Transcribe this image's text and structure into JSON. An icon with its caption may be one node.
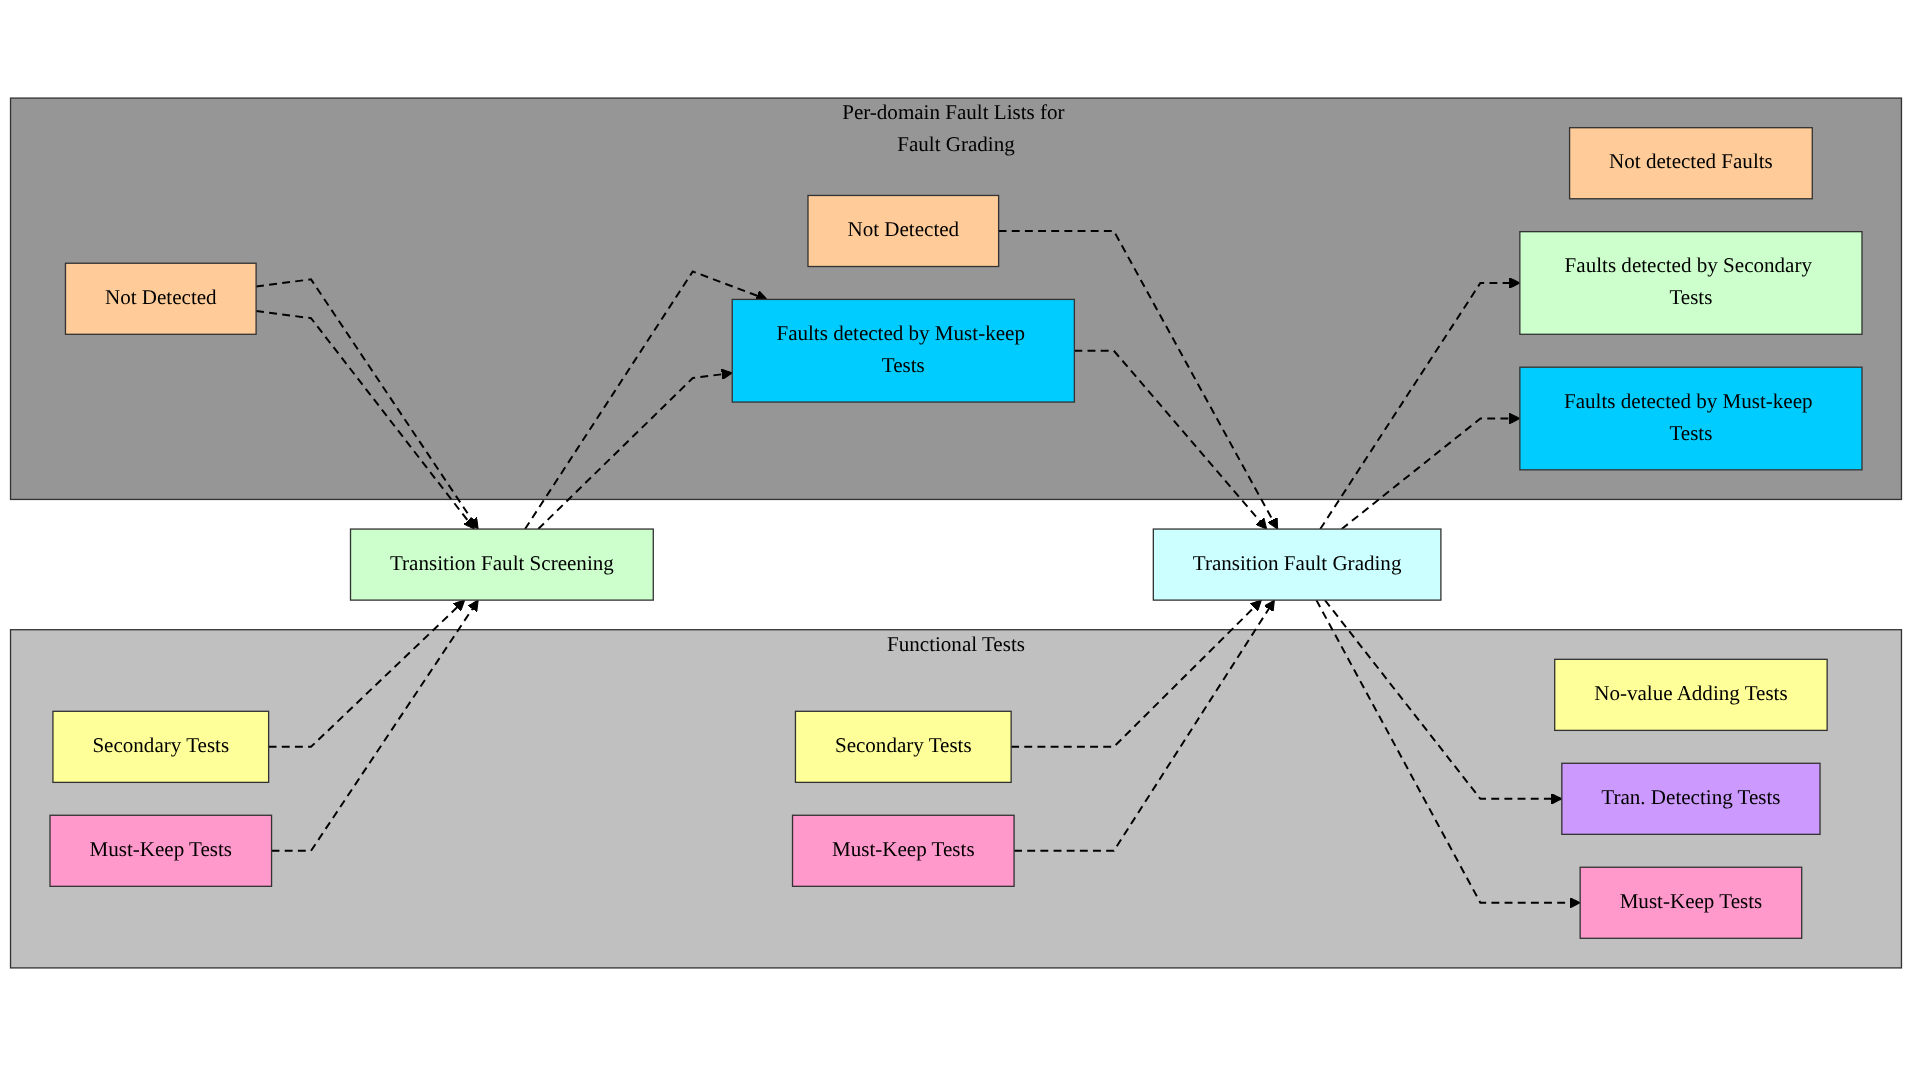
{
  "diagram": {
    "nodes": [
      {
        "text": [
          "Functional Tests"
        ]
      },
      {
        "text": [
          "Secondary Tests"
        ],
        "in": 0
      },
      {
        "text": [
          "Must-Keep Tests"
        ],
        "in": 0
      },
      {
        "text": [
          "Per-domain Fault Lists for Fault Grading"
        ]
      },
      {
        "text": [
          "Not Detected"
        ],
        "in": 3
      },
      {
        "text": [
          "Transition Fault Screening"
        ]
      },
      {
        "text": [
          "Secondary Tests"
        ],
        "in": 0
      },
      {
        "text": [
          "Must-Keep Tests"
        ],
        "in": 0
      },
      {
        "text": [
          "Not Detected"
        ],
        "in": 3
      },
      {
        "text": [
          "Faults detected by Must-keep Tests"
        ],
        "in": 3
      },
      {
        "text": [
          "Transition Fault Grading"
        ]
      },
      {
        "text": [
          "No-value Adding Tests"
        ],
        "in": 0
      },
      {
        "text": [
          "Tran. Detecting Tests"
        ],
        "in": 0
      },
      {
        "text": [
          "Must-Keep Tests"
        ],
        "in": 0
      },
      {
        "text": [
          "Not detected Faults"
        ],
        "in": 3
      },
      {
        "text": [
          "Faults detected by Secondary Tests"
        ],
        "in": 3
      },
      {
        "text": [
          "Faults detected by Must-keep Tests"
        ],
        "in": 3
      }
    ],
    "edges": [
      {
        "from": 1,
        "to": 5,
        "arrow": "to",
        "style": "dashed"
      },
      {
        "from": 2,
        "to": 5,
        "arrow": "to",
        "style": "dashed"
      },
      {
        "from": 4,
        "to": 5,
        "arrow": "to",
        "style": "dashed"
      },
      {
        "from": 4,
        "to": 5,
        "arrow": "to",
        "style": "dashed"
      },
      {
        "from": 5,
        "to": 9,
        "arrow": "to",
        "style": "dashed"
      },
      {
        "from": 5,
        "to": 9,
        "arrow": "to",
        "style": "dashed"
      },
      {
        "from": 6,
        "to": 10,
        "arrow": "to",
        "style": "dashed"
      },
      {
        "from": 7,
        "to": 10,
        "arrow": "to",
        "style": "dashed"
      },
      {
        "from": 8,
        "to": 10,
        "arrow": "to",
        "style": "dashed"
      },
      {
        "from": 9,
        "to": 10,
        "arrow": "to",
        "style": "dashed"
      },
      {
        "from": 10,
        "to": 12,
        "arrow": "to",
        "style": "dashed"
      },
      {
        "from": 10,
        "to": 13,
        "arrow": "to",
        "style": "dashed"
      },
      {
        "from": 10,
        "to": 15,
        "arrow": "to",
        "style": "dashed"
      },
      {
        "from": 10,
        "to": 16,
        "arrow": "to",
        "style": "dashed"
      }
    ]
  }
}
